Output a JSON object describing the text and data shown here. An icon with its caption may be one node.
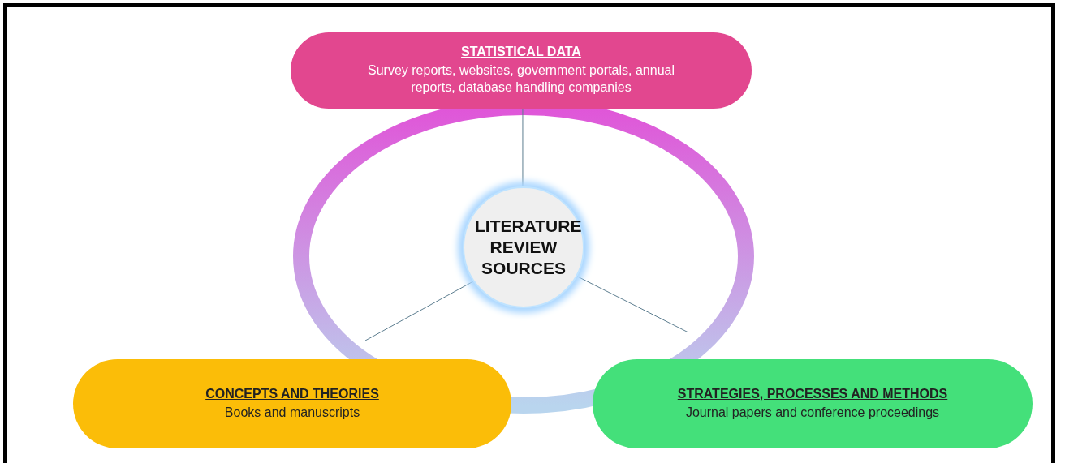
{
  "diagram": {
    "nodes": [
      {
        "text": [
          "LITERATURE REVIEW SOURCES"
        ]
      },
      {
        "text": [
          "STATISTICAL DATA",
          "Survey reports, websites, government portals, annual reports, database handling companies"
        ]
      },
      {
        "text": [
          "CONCEPTS AND THEORIES",
          "Books and manuscripts"
        ]
      },
      {
        "text": [
          "STRATEGIES, PROCESSES AND METHODS",
          "Journal papers and conference proceedings"
        ]
      }
    ],
    "edges": [
      {
        "from": 0,
        "to": 1,
        "arrow": "none"
      },
      {
        "from": 0,
        "to": 2,
        "arrow": "none"
      },
      {
        "from": 0,
        "to": 3,
        "arrow": "none"
      }
    ]
  }
}
